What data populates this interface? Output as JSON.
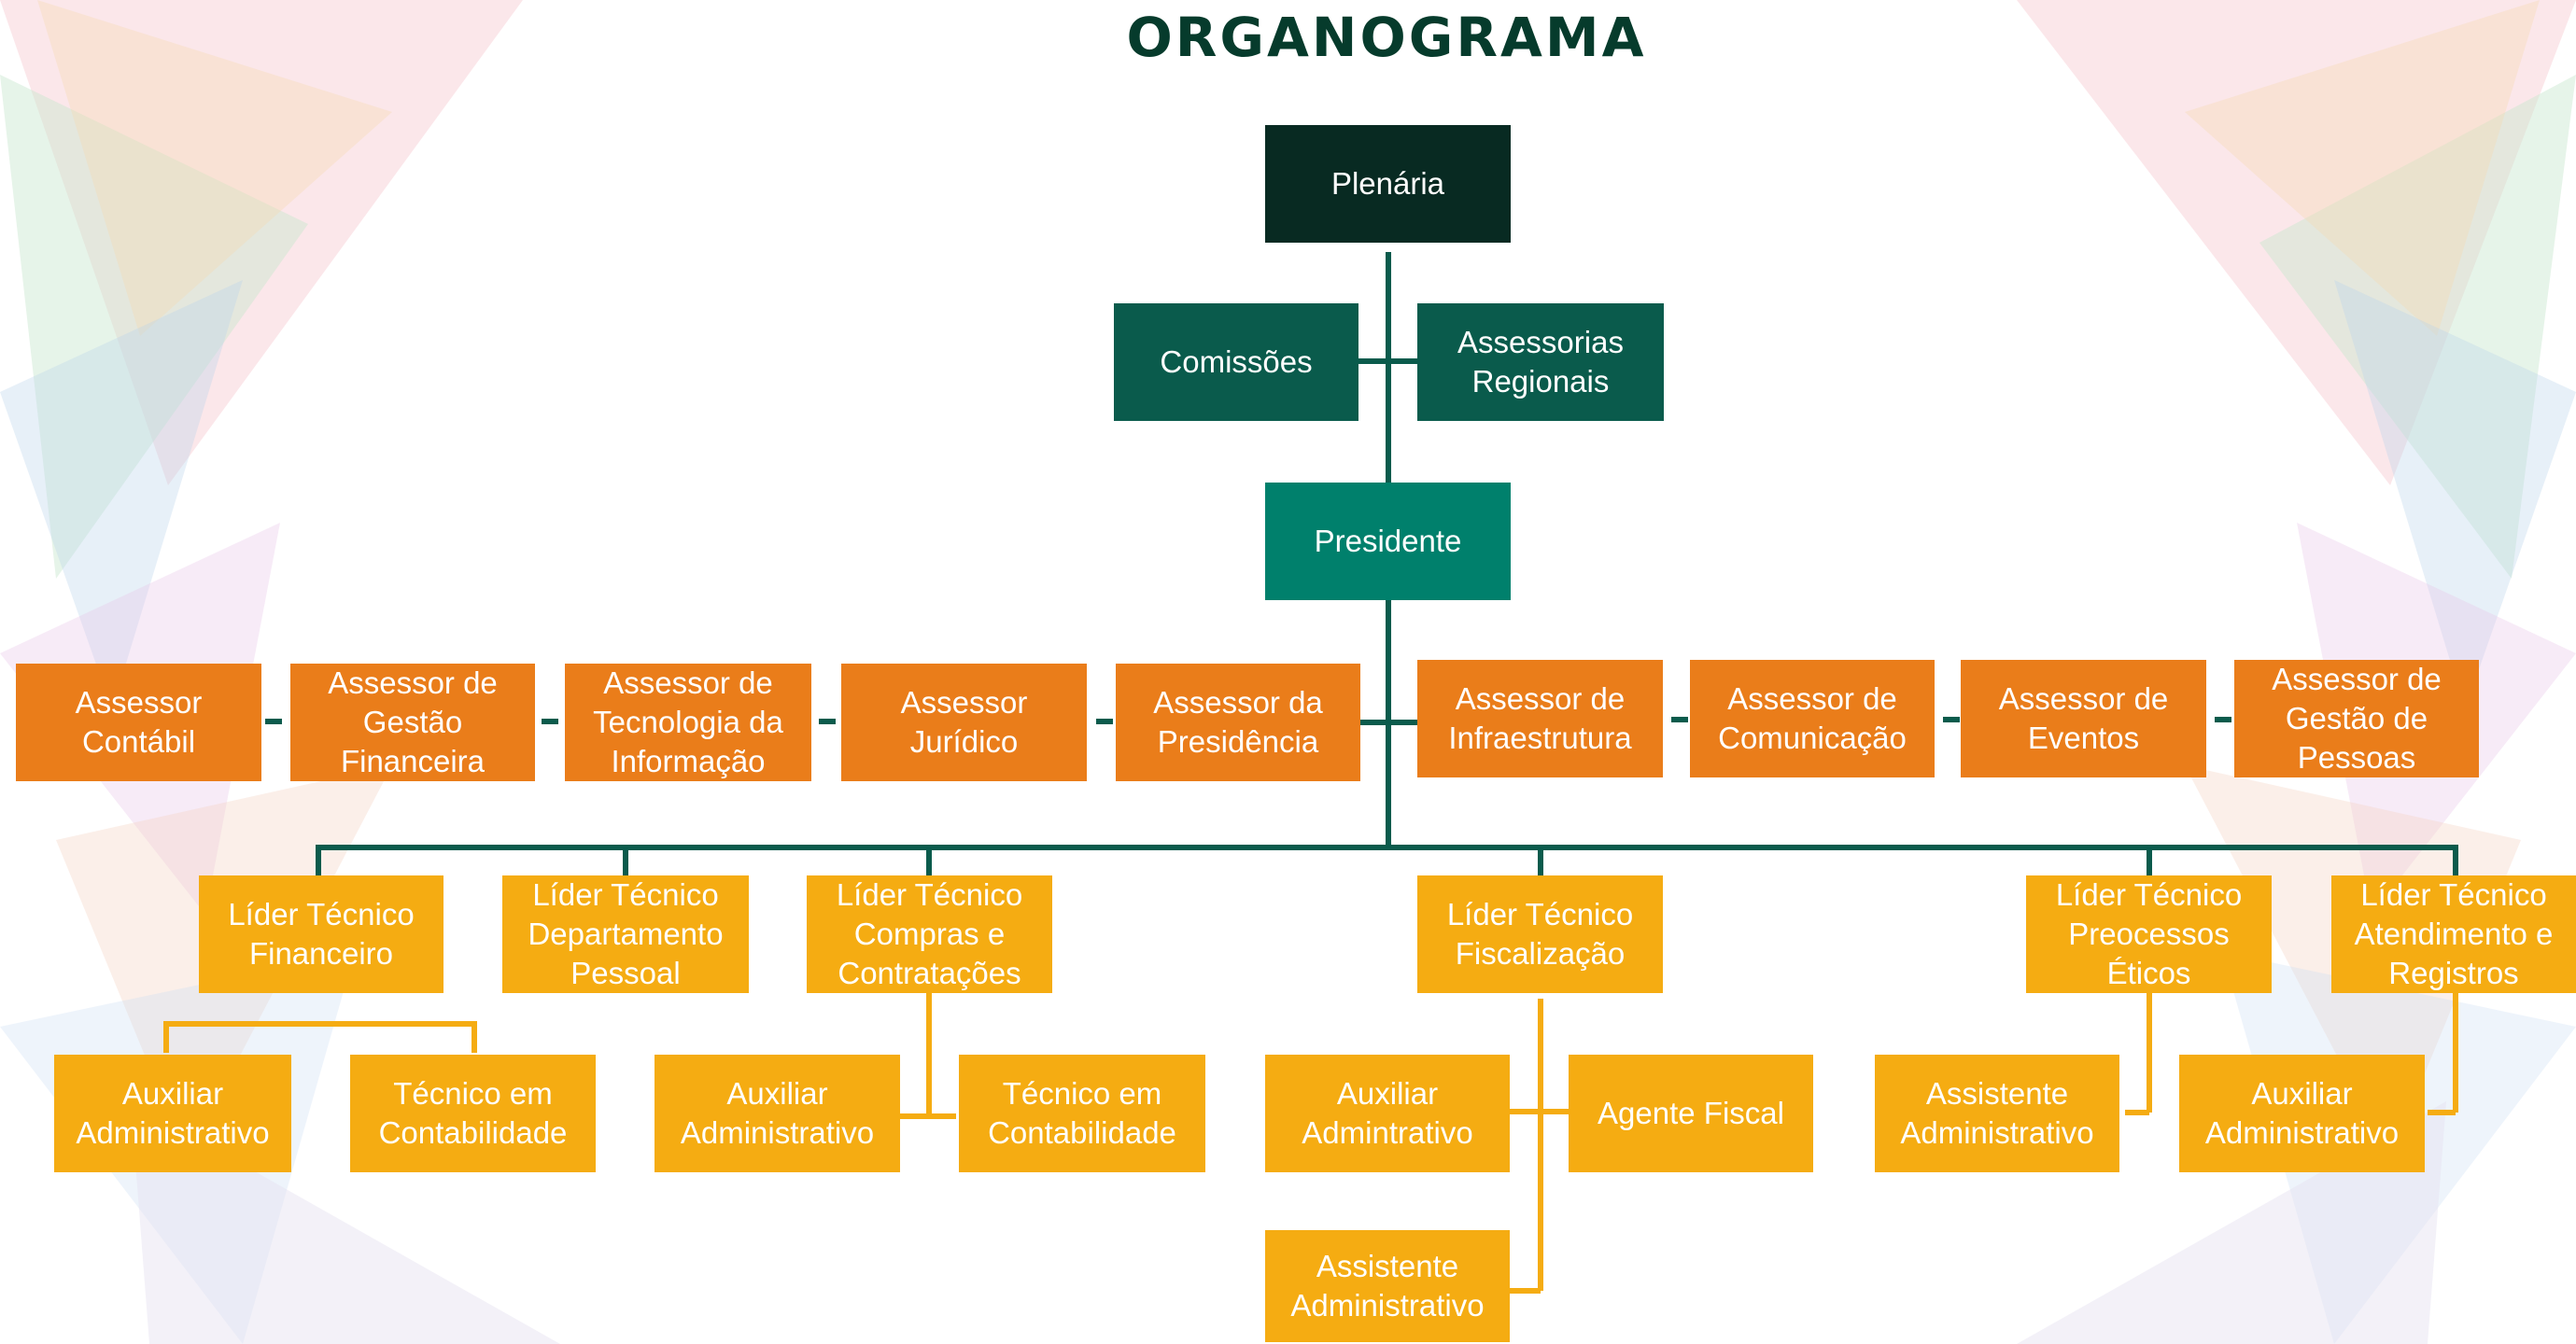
{
  "title": "ORGANOGRAMA",
  "colors": {
    "title": "#063b2c",
    "top": "#082a22",
    "council": "#0a5b4c",
    "president": "#00806c",
    "advisor": "#ea7d1a",
    "staff": "#f5ac12",
    "connector_main": "#0a5b4c",
    "connector_staff": "#f5ac12"
  },
  "org": {
    "plenaria": "Plenária",
    "comissoes": "Comissões",
    "assessorias_regionais": "Assessorias\nRegionais",
    "presidente": "Presidente"
  },
  "assessores": [
    "Assessor\nContábil",
    "Assessor de\nGestão\nFinanceira",
    "Assessor de\nTecnologia da\nInformação",
    "Assessor Jurídico",
    "Assessor da\nPresidência",
    "Assessor de\nInfraestrutura",
    "Assessor de\nComunicação",
    "Assessor de\nEventos",
    "Assessor de\nGestão de\nPessoas"
  ],
  "lideres": [
    "Líder Técnico\nFinanceiro",
    "Líder Técnico\nDepartamento\nPessoal",
    "Líder Técnico\nCompras e\nContratações",
    "Líder Técnico\nFiscalização",
    "Líder Técnico\nPreocessos\nÉticos",
    "Líder Técnico\nAtendimento e\nRegistros"
  ],
  "equipe": [
    "Auxiliar\nAdministrativo",
    "Técnico em\nContabilidade",
    "Auxiliar\nAdministrativo",
    "Técnico em\nContabilidade",
    "Auxiliar\nAdmintrativo",
    "Agente Fiscal",
    "Assistente\nAdministrativo",
    "Assistente\nAdministrativo",
    "Auxiliar\nAdministrativo"
  ]
}
